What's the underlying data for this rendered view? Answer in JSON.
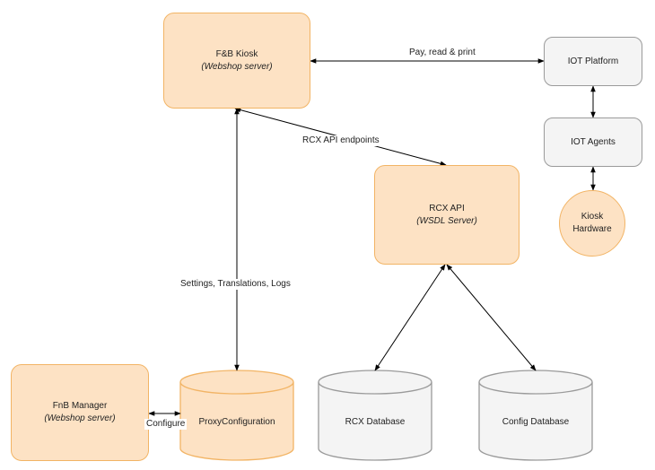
{
  "nodes": {
    "fb_kiosk": {
      "title": "F&B Kiosk",
      "subtitle": "(Webshop server)"
    },
    "iot_platform": {
      "title": "IOT Platform"
    },
    "iot_agents": {
      "title": "IOT Agents"
    },
    "kiosk_hardware": {
      "line1": "Kiosk",
      "line2": "Hardware"
    },
    "rcx_api": {
      "title": "RCX API",
      "subtitle": "(WSDL Server)"
    },
    "fnb_manager": {
      "title": "FnB Manager",
      "subtitle": "(Webshop server)"
    },
    "proxy_configuration": {
      "title": "ProxyConfiguration"
    },
    "rcx_database": {
      "title": "RCX Database"
    },
    "config_database": {
      "title": "Config Database"
    }
  },
  "edges": {
    "kiosk_iot": "Pay, read & print",
    "kiosk_rcx": "RCX API endpoints",
    "kiosk_proxy": "Settings, Translations, Logs",
    "manager_proxy": "Configure"
  },
  "colors": {
    "orange_fill": "#fde2c4",
    "orange_stroke": "#f2b465",
    "grey_fill": "#f4f4f4",
    "grey_stroke": "#9a9a9a",
    "edge": "#000000"
  }
}
